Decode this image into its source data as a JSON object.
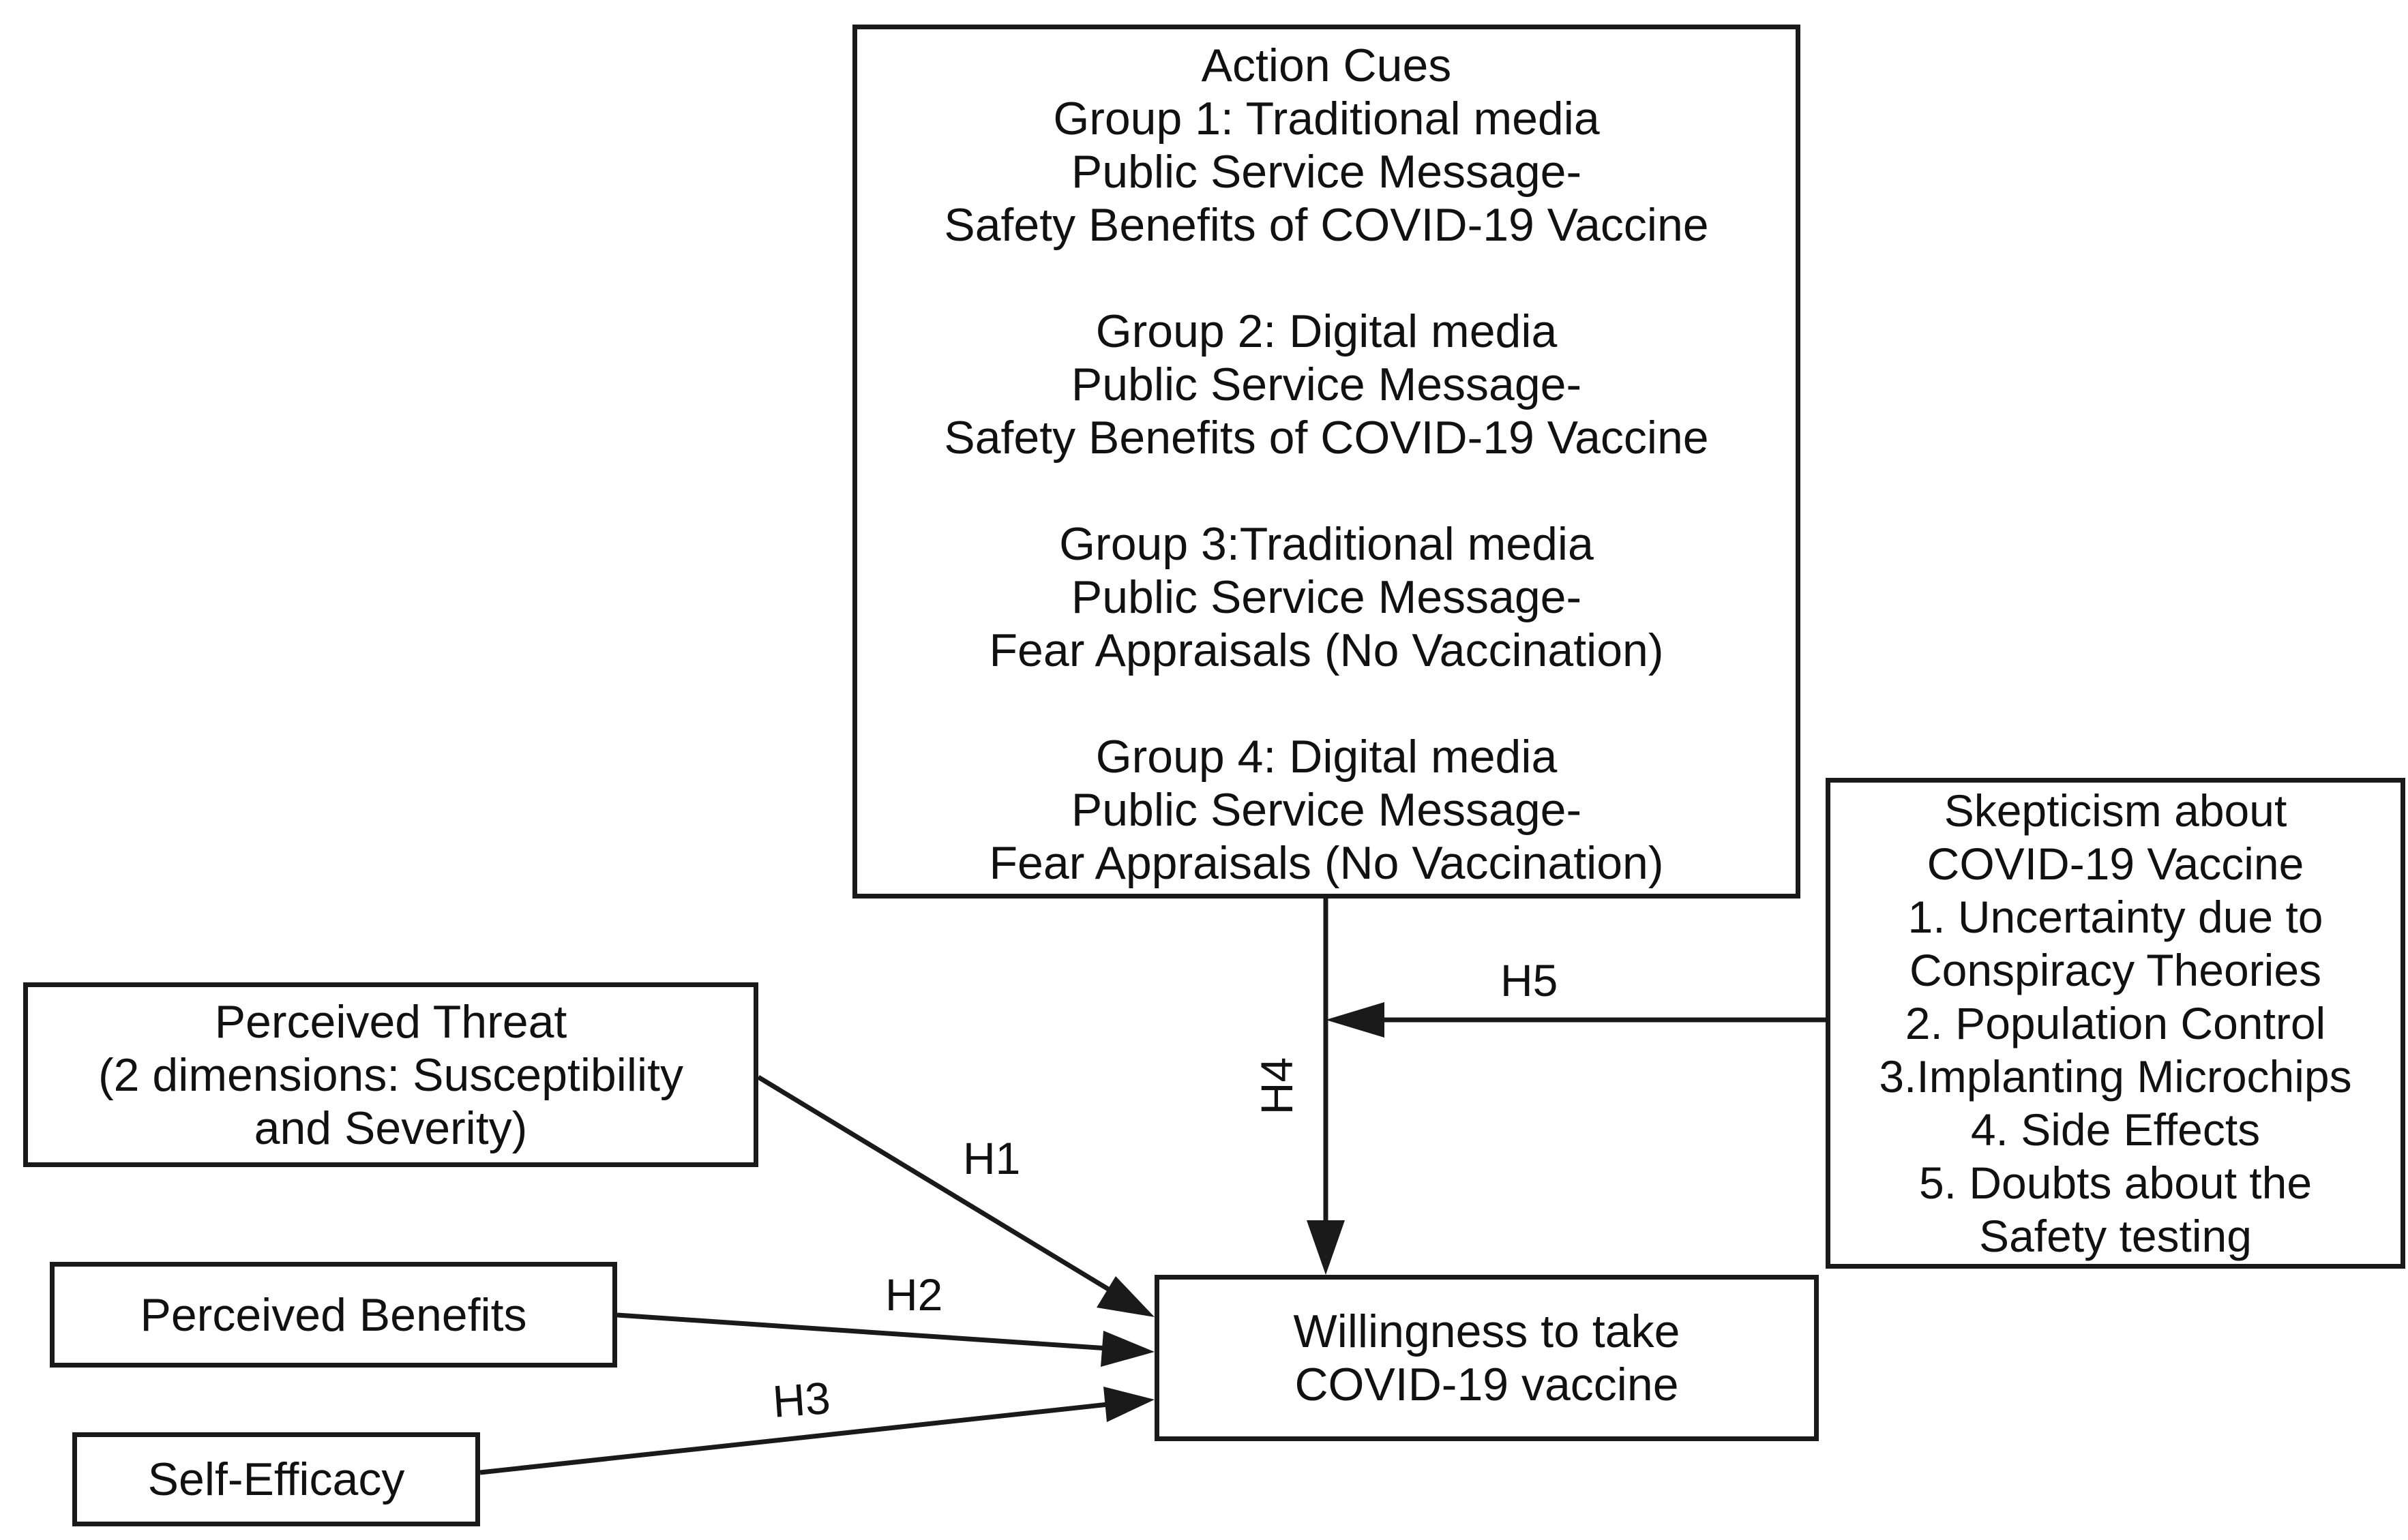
{
  "nodes": {
    "action_cues": {
      "title": "Action Cues",
      "groups": [
        {
          "line1": "Group 1: Traditional media",
          "line2": "Public Service Message-",
          "line3": "Safety Benefits of COVID-19 Vaccine"
        },
        {
          "line1": "Group 2: Digital media",
          "line2": "Public Service Message-",
          "line3": "Safety Benefits of COVID-19 Vaccine"
        },
        {
          "line1": "Group 3:Traditional media",
          "line2": "Public Service Message-",
          "line3": "Fear Appraisals (No Vaccination)"
        },
        {
          "line1": "Group 4: Digital media",
          "line2": "Public Service Message-",
          "line3": "Fear Appraisals (No Vaccination)"
        }
      ]
    },
    "skepticism": {
      "lines": [
        "Skepticism about",
        "COVID-19 Vaccine",
        "1. Uncertainty due to",
        "Conspiracy Theories",
        "2. Population Control",
        "3.Implanting Microchips",
        "4. Side Effects",
        "5. Doubts about the",
        "Safety testing"
      ]
    },
    "perceived_threat": {
      "lines": [
        "Perceived Threat",
        "(2 dimensions: Susceptibility",
        "and Severity)"
      ]
    },
    "perceived_benefits": {
      "label": "Perceived Benefits"
    },
    "self_efficacy": {
      "label": "Self-Efficacy"
    },
    "willingness": {
      "lines": [
        "Willingness to take",
        "COVID-19 vaccine"
      ]
    }
  },
  "edges": {
    "h1": "H1",
    "h2": "H2",
    "h3": "H3",
    "h4": "H4",
    "h5": "H5"
  }
}
